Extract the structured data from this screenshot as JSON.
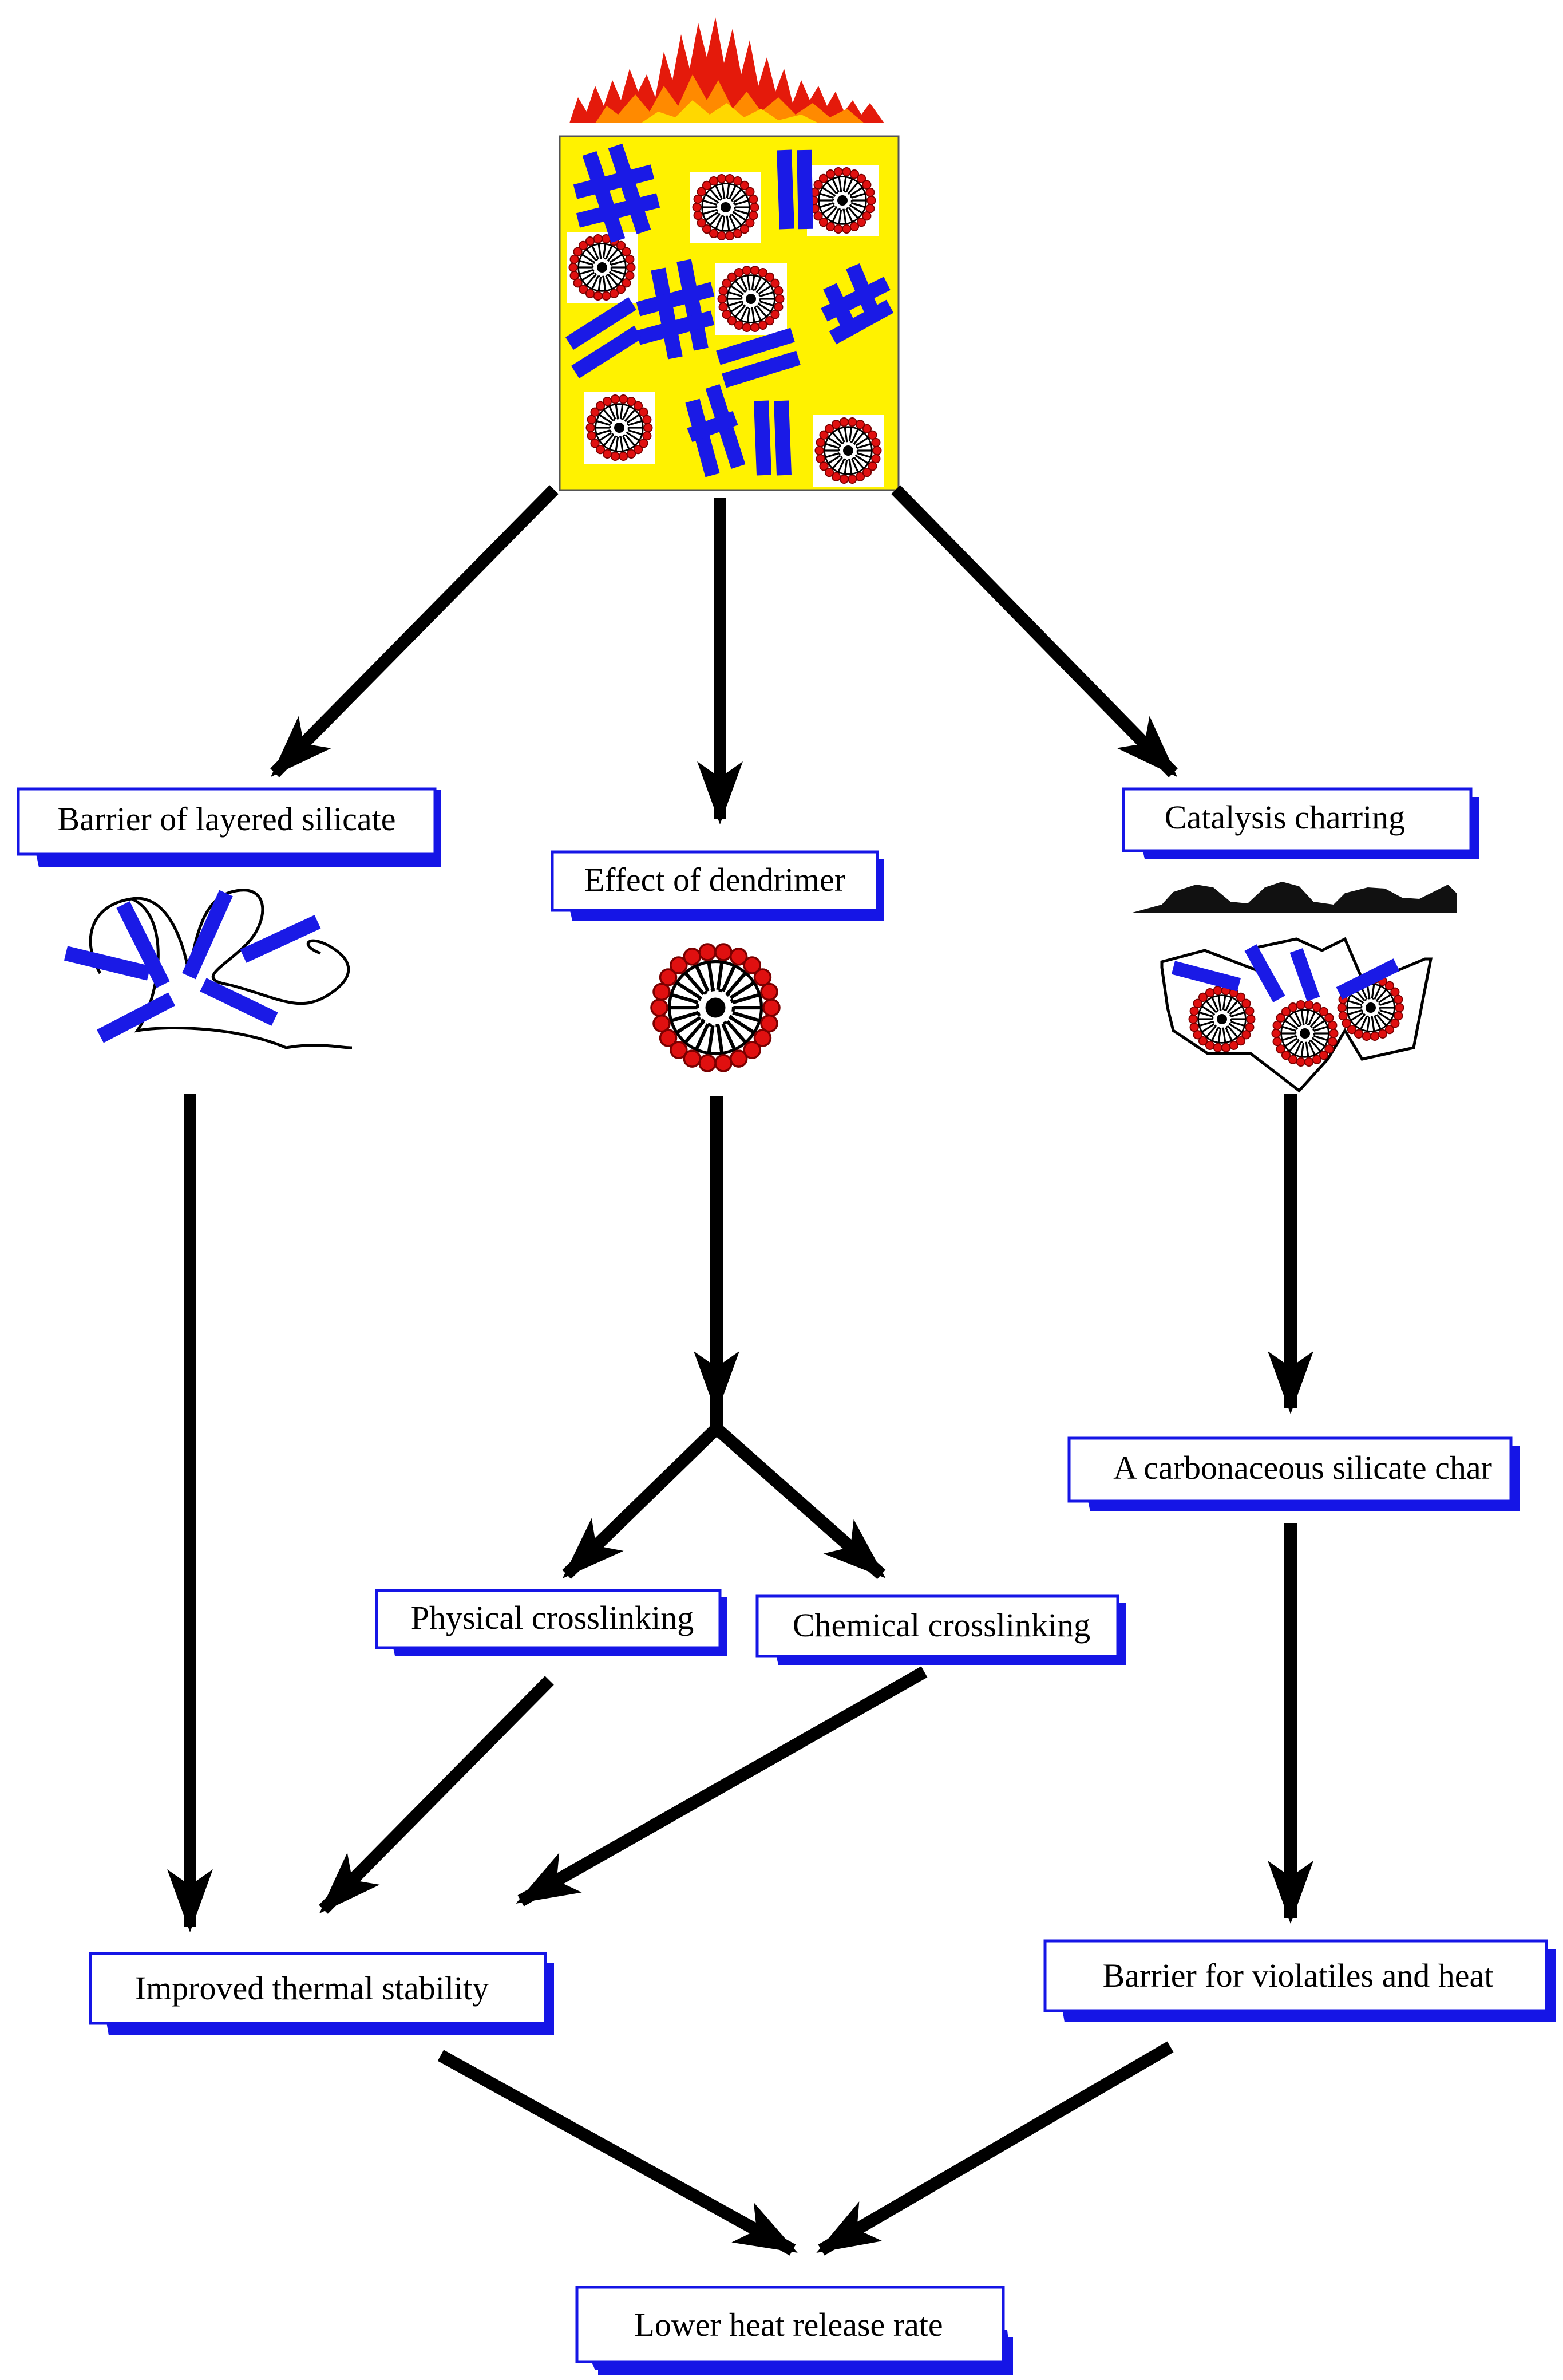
{
  "colors": {
    "box_border": "#1515e6",
    "box_shadow": "#1515e6",
    "arrow": "#000000",
    "matrix_fill": "#fff200",
    "silicate": "#1a1ae6",
    "dendrimer_shell": "#e01010",
    "char": "#111111"
  },
  "icons": {
    "flame": "flame-icon",
    "silicate_layer": "silicate-layer-icon",
    "dendrimer": "dendrimer-icon",
    "char_layer": "char-layer-icon"
  },
  "nodes": {
    "barrier_silicate": "Barrier of layered silicate",
    "effect_dendrimer": "Effect of dendrimer",
    "catalysis_charring": "Catalysis charring",
    "carbonaceous_char": "A carbonaceous silicate char",
    "physical_crosslinking": "Physical crosslinking",
    "chemical_crosslinking": "Chemical crosslinking",
    "improved_thermal_stability": "Improved thermal stability",
    "barrier_volatiles_heat": "Barrier for violatiles and heat",
    "lower_heat_release": "Lower heat release rate"
  }
}
